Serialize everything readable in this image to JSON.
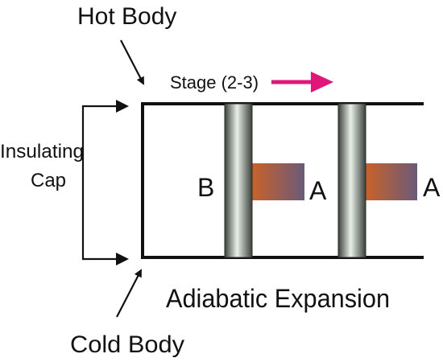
{
  "labels": {
    "hot_body": "Hot Body",
    "cold_body": "Cold Body",
    "insulating_cap_line1": "Insulating",
    "insulating_cap_line2": "Cap",
    "stage": "Stage (2-3)",
    "process": "Adiabatic Expansion",
    "piston_b": "B",
    "piston_a_initial": "A",
    "piston_a_final": "A"
  },
  "colors": {
    "stage_arrow": "#e0177a",
    "cylinder_wall": "#111111",
    "piston_light": "#e8f0e8",
    "piston_dark": "#3a3f3a",
    "piston_rod_warm": "#c8622a",
    "piston_rod_cool": "#6a5a78"
  }
}
